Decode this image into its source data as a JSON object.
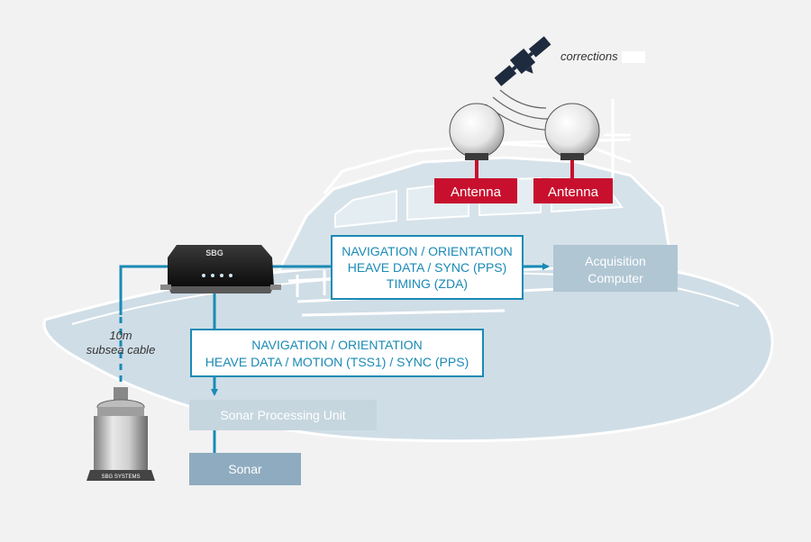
{
  "colors": {
    "background": "#f2f2f2",
    "boat_fill": "#cfdde6",
    "boat_stroke": "#ffffff",
    "connection": "#1a8ab5",
    "antenna_red": "#c8102e",
    "box_light": "#b0c6d3",
    "box_mid": "#8fabbf",
    "text_blue": "#1a8ab5",
    "text_white": "#ffffff"
  },
  "satellite": {
    "icon": "satellite-icon",
    "label": "corrections"
  },
  "antennas": [
    {
      "label": "Antenna"
    },
    {
      "label": "Antenna"
    }
  ],
  "ins_unit": {
    "icon": "sbg-ins-unit-icon",
    "brand": "SBG"
  },
  "subsea_unit": {
    "icon": "subsea-ins-icon",
    "brand": "SBG SYSTEMS"
  },
  "cable_label": {
    "line1": "10m",
    "line2": "subsea cable"
  },
  "top_data_box": {
    "line1": "NAVIGATION / ORIENTATION",
    "line2": "HEAVE DATA / SYNC (PPS)",
    "line3": "TIMING (ZDA)"
  },
  "bottom_data_box": {
    "line1": "NAVIGATION / ORIENTATION",
    "line2": "HEAVE DATA / MOTION (TSS1) / SYNC (PPS)"
  },
  "acquisition_computer": {
    "line1": "Acquisition",
    "line2": "Computer"
  },
  "sonar_processing_unit": {
    "label": "Sonar Processing Unit"
  },
  "sonar": {
    "label": "Sonar"
  }
}
